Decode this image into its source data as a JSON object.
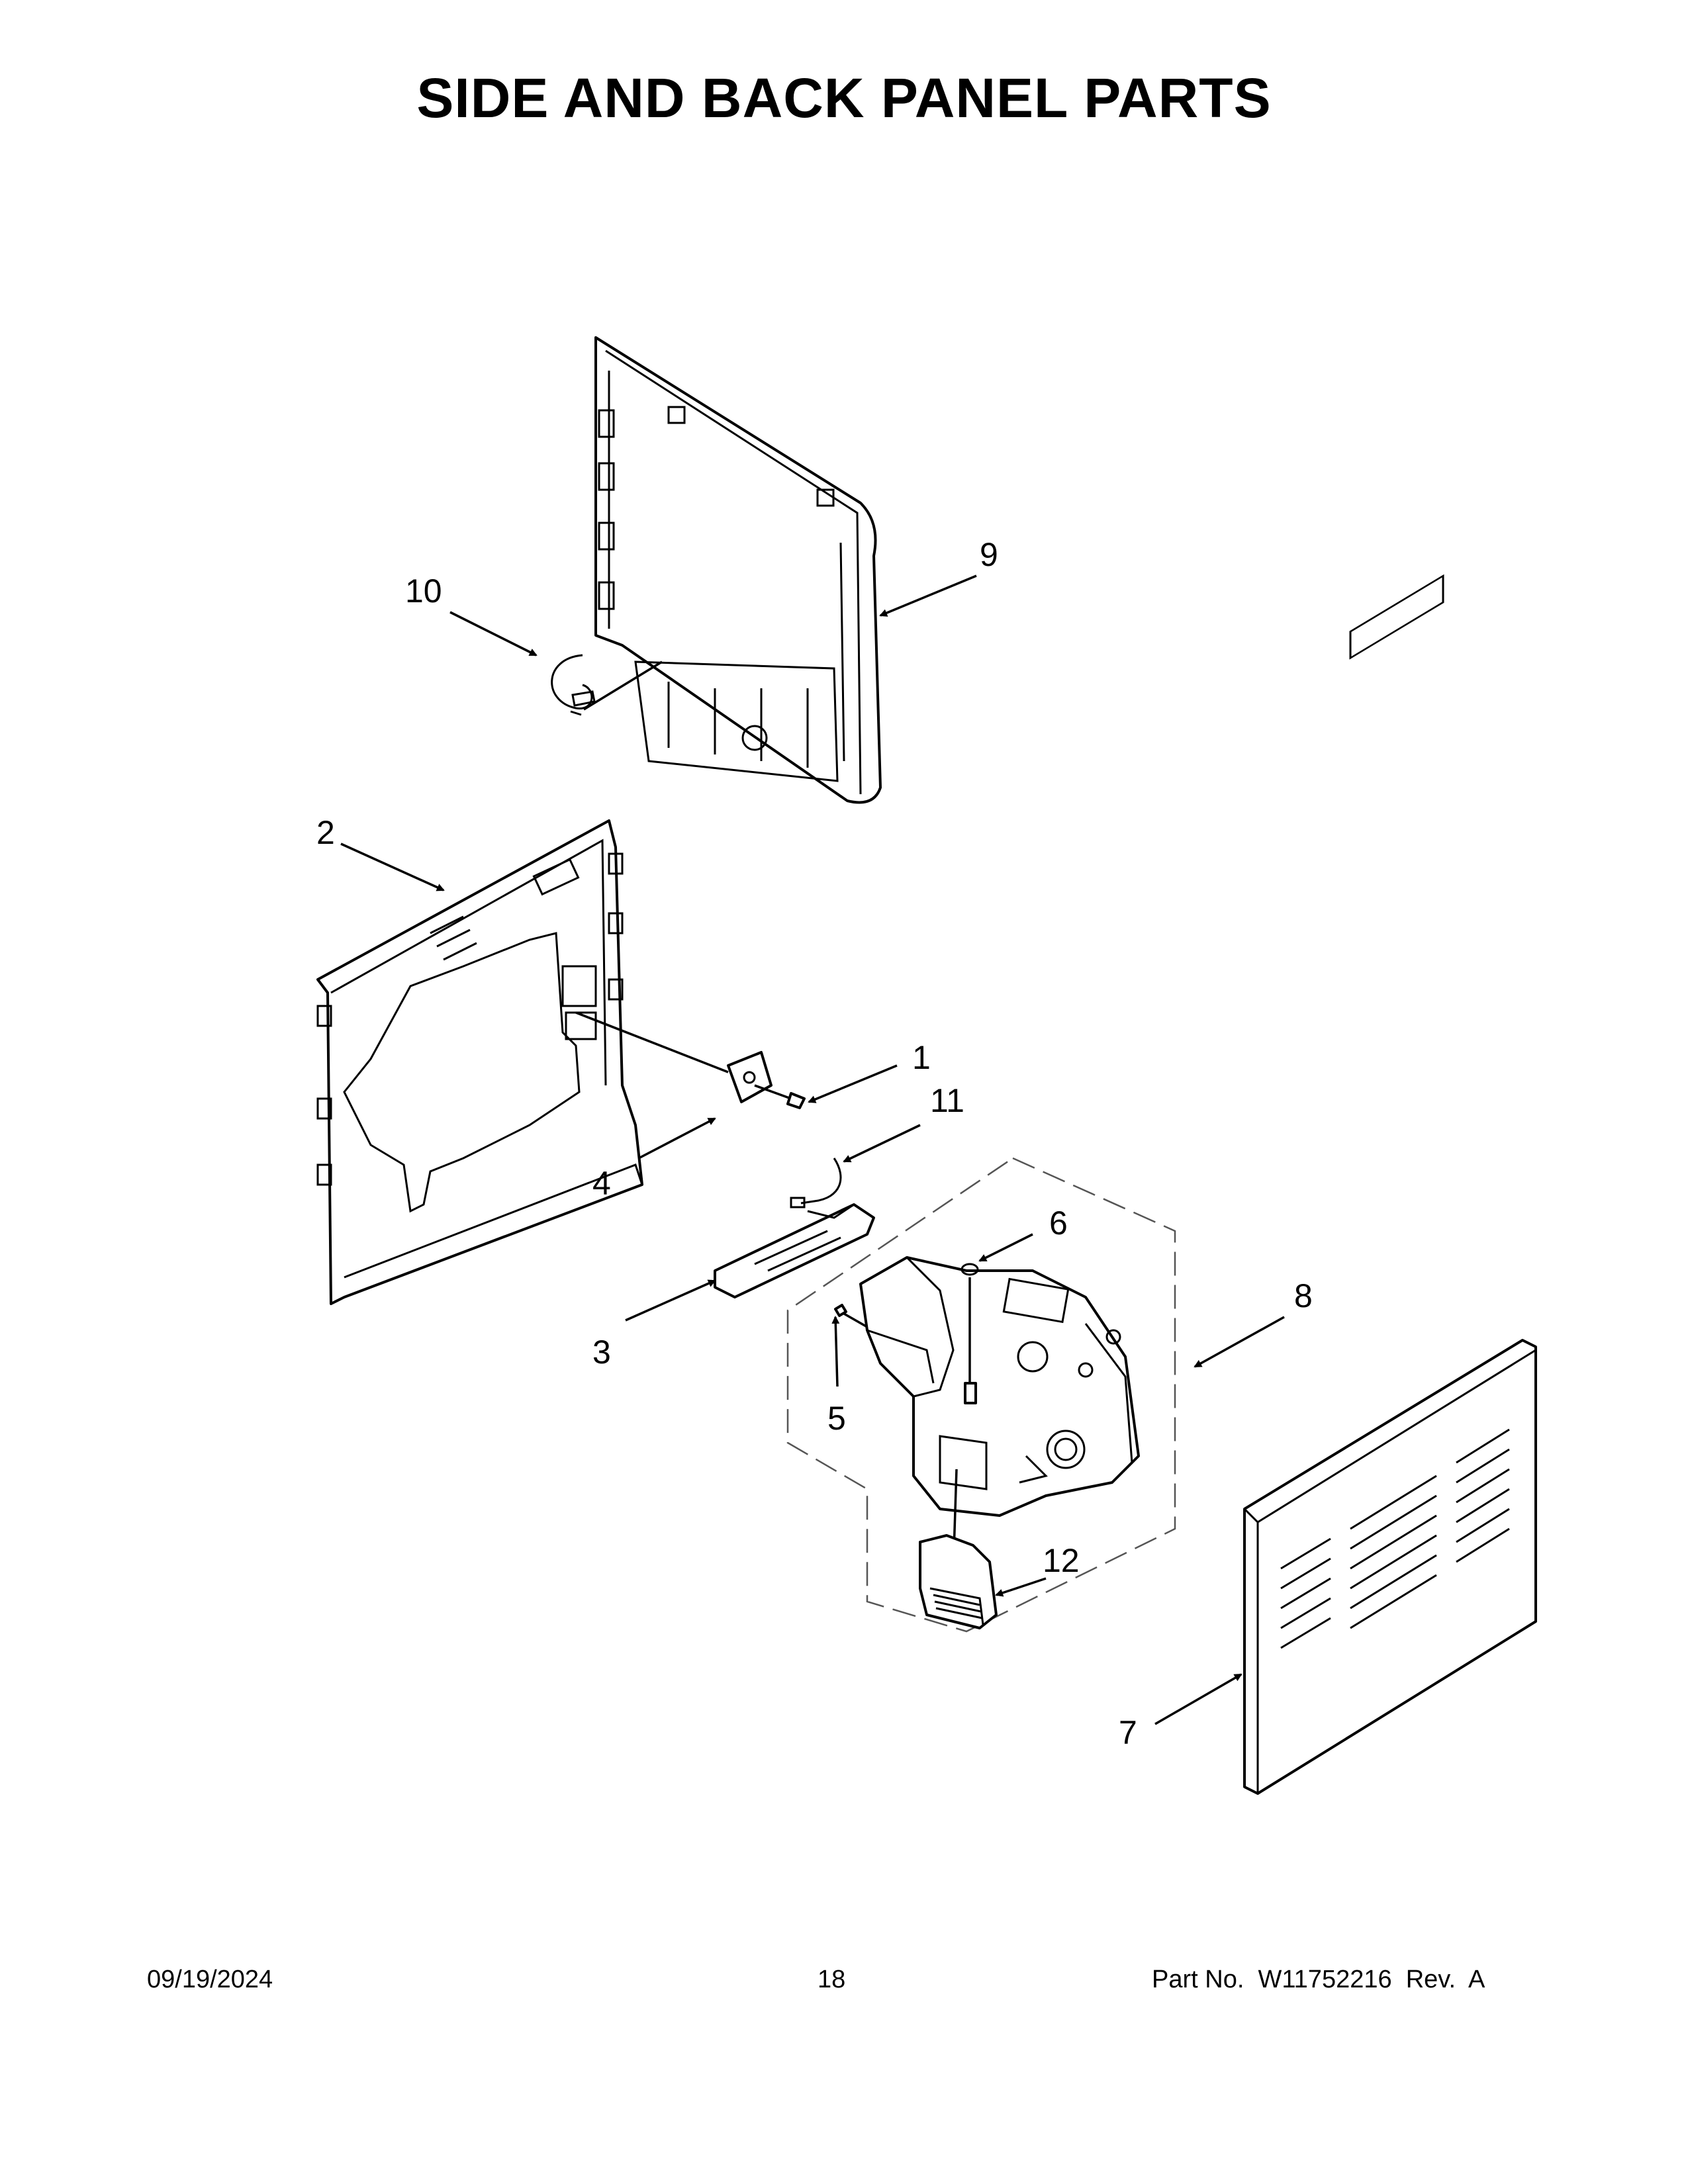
{
  "title": "SIDE AND BACK PANEL PARTS",
  "callouts": {
    "c1": "1",
    "c2": "2",
    "c3": "3",
    "c4": "4",
    "c5": "5",
    "c6": "6",
    "c7": "7",
    "c8": "8",
    "c9": "9",
    "c10": "10",
    "c11": "11",
    "c12": "12"
  },
  "footer": {
    "date": "09/19/2024",
    "page": "18",
    "part_no": "Part No.  W11752216  Rev.  A"
  }
}
